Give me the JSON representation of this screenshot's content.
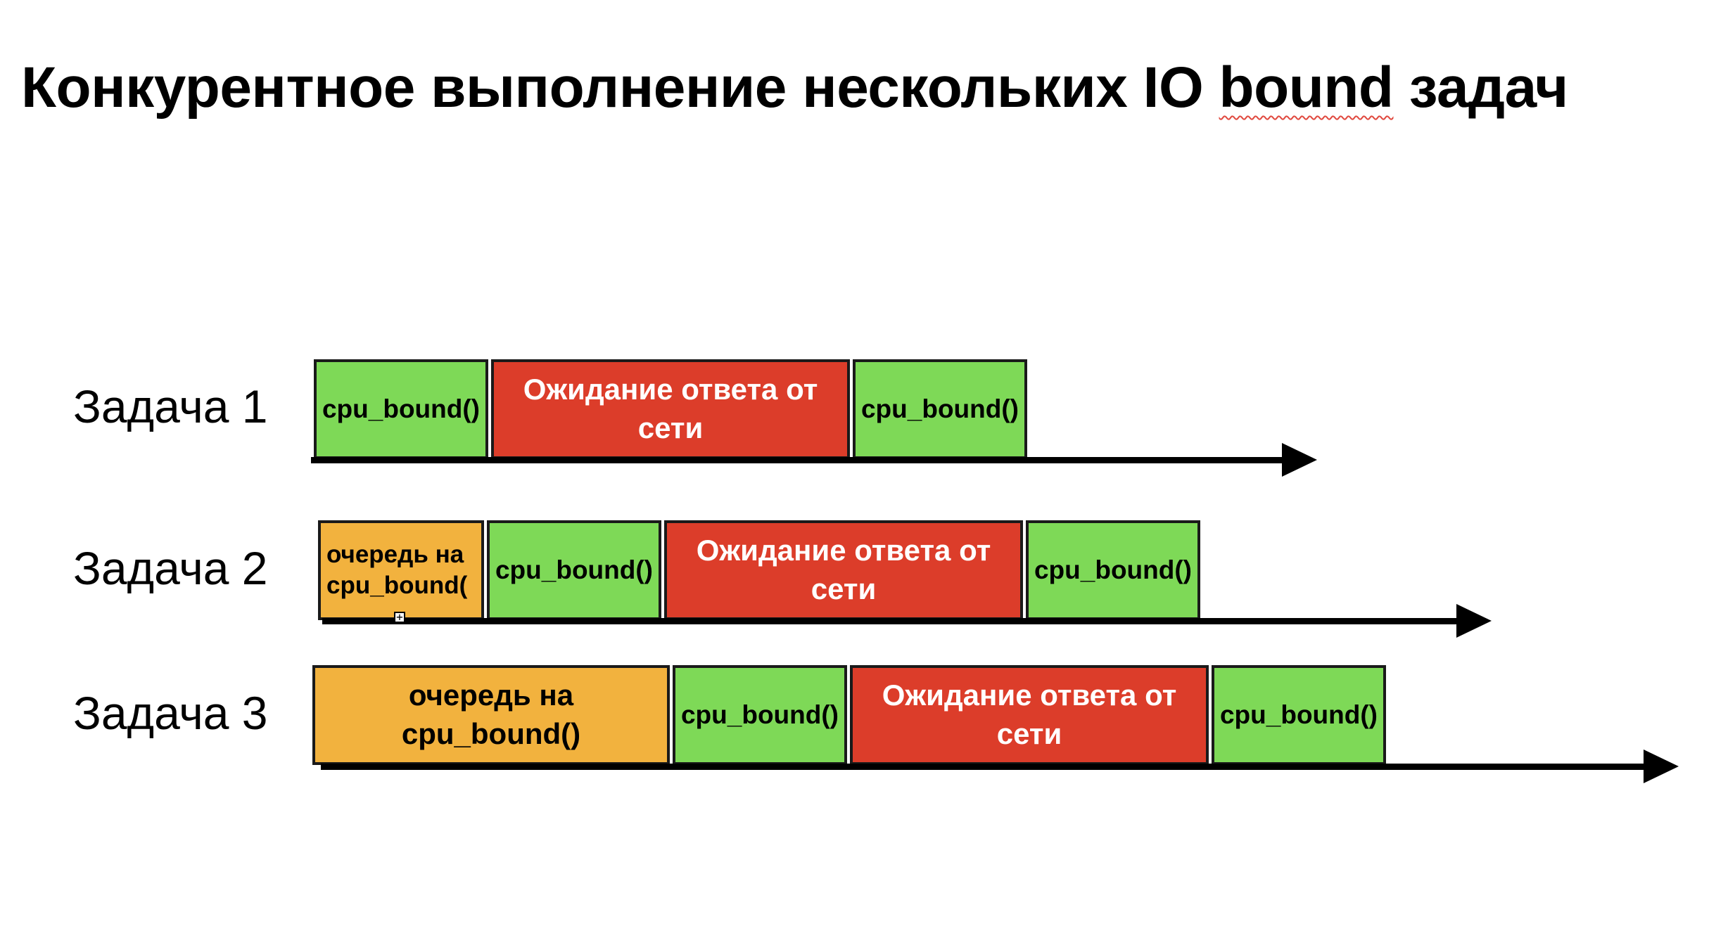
{
  "title": {
    "text_before": "Конкурентное выполнение нескольких IO ",
    "text_underlined": "bound",
    "text_after": " задач"
  },
  "tasks": [
    {
      "label": "Задача 1",
      "blocks": [
        {
          "type": "cpu",
          "label": "cpu_bound()"
        },
        {
          "type": "wait",
          "label": "Ожидание ответа от сети"
        },
        {
          "type": "cpu",
          "label": "cpu_bound()"
        }
      ]
    },
    {
      "label": "Задача 2",
      "blocks": [
        {
          "type": "queue",
          "label": "очередь на\ncpu_bound("
        },
        {
          "type": "cpu",
          "label": "cpu_bound()"
        },
        {
          "type": "wait",
          "label": "Ожидание ответа от сети"
        },
        {
          "type": "cpu",
          "label": "cpu_bound()"
        }
      ]
    },
    {
      "label": "Задача 3",
      "blocks": [
        {
          "type": "queue",
          "label": "очередь на\ncpu_bound()"
        },
        {
          "type": "cpu",
          "label": "cpu_bound()"
        },
        {
          "type": "wait",
          "label": "Ожидание ответа от сети"
        },
        {
          "type": "cpu",
          "label": "cpu_bound()"
        }
      ]
    }
  ],
  "colors": {
    "cpu": "#7ed957",
    "wait": "#dc3d2a",
    "queue": "#f2b23e"
  },
  "resize_handle_icon": "plus-box-icon"
}
